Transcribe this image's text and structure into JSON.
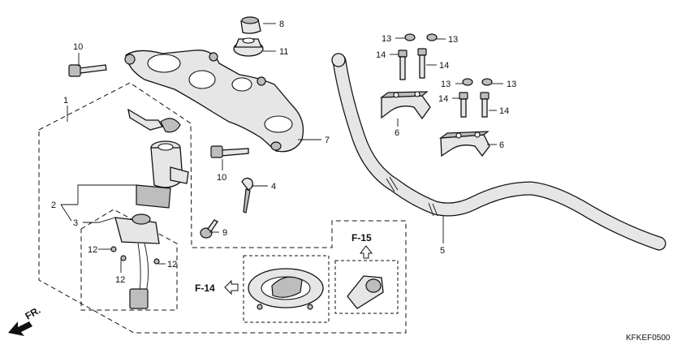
{
  "callouts": {
    "c1": "1",
    "c2": "2",
    "c3": "3",
    "c4": "4",
    "c5": "5",
    "c6a": "6",
    "c6b": "6",
    "c7": "7",
    "c8": "8",
    "c9": "9",
    "c10a": "10",
    "c10b": "10",
    "c11": "11",
    "c12a": "12",
    "c12b": "12",
    "c12c": "12",
    "c13a": "13",
    "c13b": "13",
    "c13c": "13",
    "c13d": "13",
    "c14a": "14",
    "c14b": "14",
    "c14c": "14",
    "c14d": "14"
  },
  "refs": {
    "f14": "F-14",
    "f15": "F-15"
  },
  "direction": "FR.",
  "drawing_code": "KFKEF0500",
  "colors": {
    "line": "#111111",
    "part_fill": "#e6e6e6",
    "part_dark": "#bdbdbd",
    "background": "#ffffff"
  }
}
